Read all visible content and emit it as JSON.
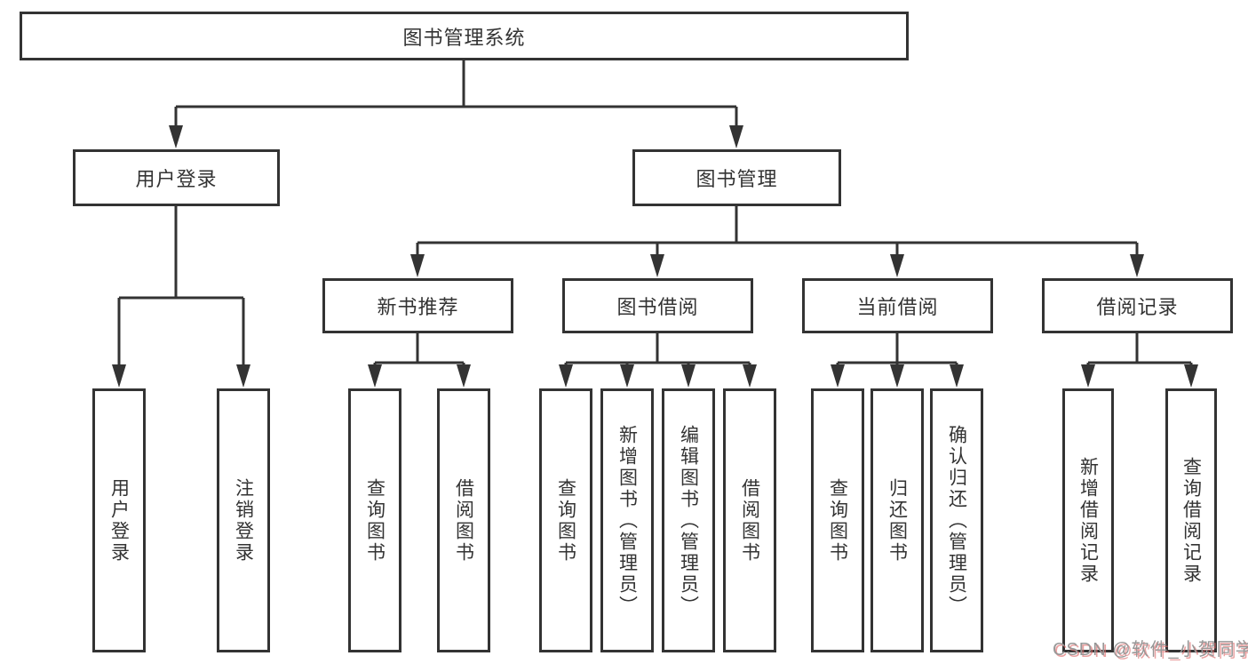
{
  "diagram": {
    "tree": {
      "root": "图书管理系统",
      "branches": [
        {
          "label": "用户登录",
          "leaves": [
            "用户登录",
            "注销登录"
          ]
        },
        {
          "label": "图书管理",
          "children": [
            {
              "label": "新书推荐",
              "leaves": [
                "查询图书",
                "借阅图书"
              ]
            },
            {
              "label": "图书借阅",
              "leaves": [
                "查询图书",
                "新增图书（管理员）",
                "编辑图书（管理员）",
                "借阅图书"
              ]
            },
            {
              "label": "当前借阅",
              "leaves": [
                "查询图书",
                "归还图书",
                "确认归还（管理员）"
              ]
            },
            {
              "label": "借阅记录",
              "leaves": [
                "新增借阅记录",
                "查询借阅记录"
              ]
            }
          ]
        }
      ]
    },
    "watermark": "CSDN @软件_小贺同学",
    "colors": {
      "line": "#333333",
      "text": "#333333",
      "background": "#ffffff",
      "watermark_gray": "#979797",
      "watermark_red": "#de6e6e"
    }
  }
}
